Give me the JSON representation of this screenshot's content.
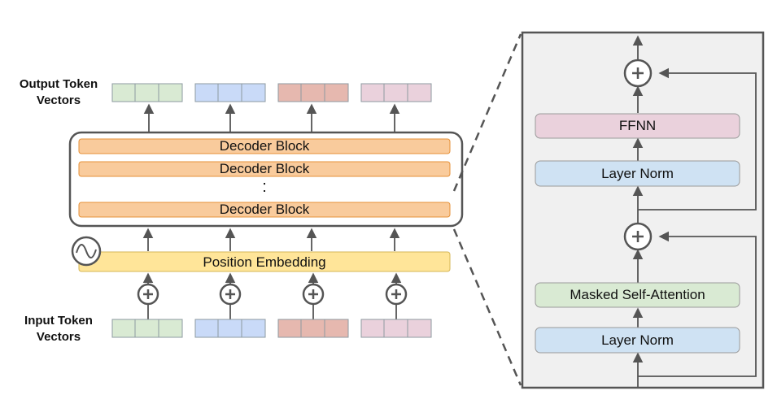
{
  "left": {
    "output_label": [
      "Output Token",
      "Vectors"
    ],
    "input_label": [
      "Input Token",
      "Vectors"
    ],
    "decoder_blocks": [
      "Decoder Block",
      "Decoder Block",
      "Decoder Block"
    ],
    "ellipsis": ":",
    "position_embedding": "Position Embedding",
    "token_colors": [
      "#d9ead3",
      "#c9daf8",
      "#e6b8af",
      "#ead1dc"
    ],
    "token_border": "#8d9aa0"
  },
  "right": {
    "layers": [
      "FFNN",
      "Layer Norm",
      "Masked Self-Attention",
      "Layer Norm"
    ]
  },
  "colors": {
    "decoder_fill": "#f9cb9c",
    "decoder_border": "#e69138",
    "position_fill": "#ffe599",
    "position_border": "#d6b656",
    "ffnn_fill": "#ead1dc",
    "layernorm_fill": "#cfe2f3",
    "attention_fill": "#d9ead3",
    "panel_fill": "#f0f0f0",
    "line": "#555555"
  }
}
